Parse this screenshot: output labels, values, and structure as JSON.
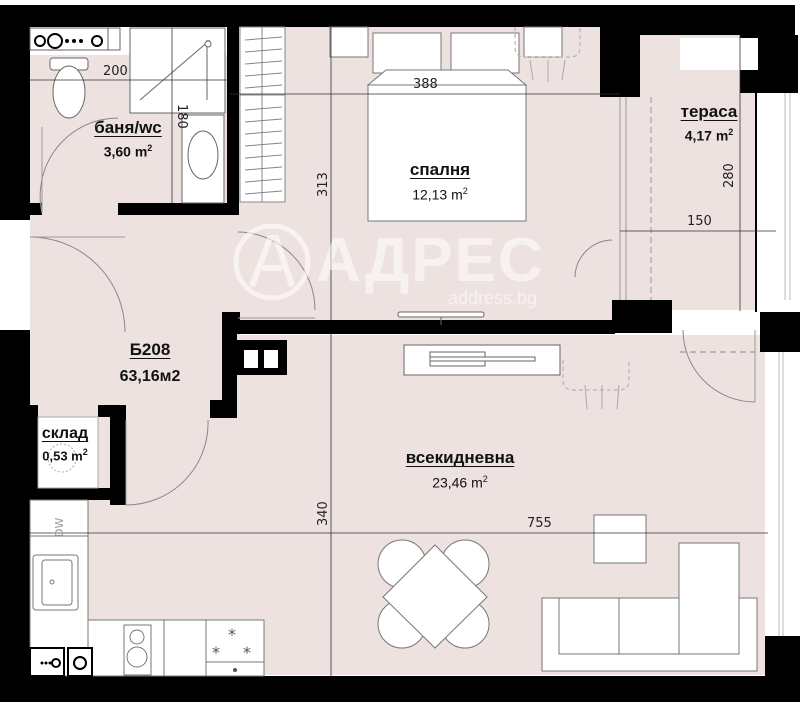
{
  "colors": {
    "floor": "#ede2df",
    "wall": "#000000",
    "fixture": "#ffffff",
    "line": "#555555",
    "watermark": "#ffffff"
  },
  "apartment": {
    "id": "Б208",
    "total_area": "63,16м2"
  },
  "rooms": {
    "bathroom": {
      "name": "баня/wc",
      "area": "3,60 m",
      "area_sup": "2"
    },
    "bedroom": {
      "name": "спалня",
      "area": "12,13 m",
      "area_sup": "2"
    },
    "terrace": {
      "name": "тераса",
      "area": "4,17 m",
      "area_sup": "2"
    },
    "living": {
      "name": "всекидневна",
      "area": "23,46 m",
      "area_sup": "2"
    },
    "storage": {
      "name": "склад",
      "area": "0,53 m",
      "area_sup": "2"
    }
  },
  "dimensions": {
    "bath_width": "200",
    "bath_height": "180",
    "bed_width": "388",
    "bed_height": "313",
    "terrace_width": "150",
    "terrace_height": "280",
    "living_width": "755",
    "living_height": "340"
  },
  "fixtures": {
    "dishwasher_label": "DW"
  },
  "watermark": {
    "brand": "АДРЕС",
    "url": "address.bg"
  }
}
